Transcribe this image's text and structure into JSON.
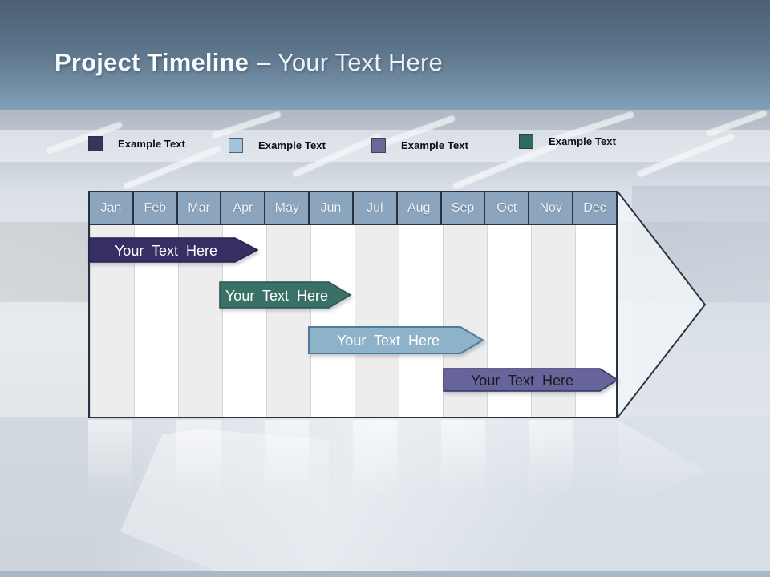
{
  "slide": {
    "title": {
      "primary": "Project Timeline",
      "secondary": "– Your Text Here"
    }
  },
  "legend": {
    "items": [
      {
        "label": "Example Text",
        "swatch_color": "#37335e"
      },
      {
        "label": "Example Text",
        "swatch_color": "#a4c3d8"
      },
      {
        "label": "Example Text",
        "swatch_color": "#6b6899"
      },
      {
        "label": "Example Text",
        "swatch_color": "#2e6a60"
      }
    ]
  },
  "timeline": {
    "months": [
      "Jan",
      "Feb",
      "Mar",
      "Apr",
      "May",
      "Jun",
      "Jul",
      "Aug",
      "Sep",
      "Oct",
      "Nov",
      "Dec"
    ],
    "header_fill": "#8ca5be",
    "bars": [
      {
        "label": "Your Text Here",
        "fill": "#362f63",
        "border": "#262051",
        "text_color": "#ffffff",
        "span": "Jan to mid-Apr"
      },
      {
        "label": "Your Text Here",
        "fill": "#3a7167",
        "border": "#27544d",
        "text_color": "#ffffff",
        "span": "Apr to mid-Jun"
      },
      {
        "label": "Your Text Here",
        "fill": "#8fb2cb",
        "border": "#4f7a9d",
        "text_color": "#ffffff",
        "span": "Jun to mid-Sep"
      },
      {
        "label": "Your Text Here",
        "fill": "#67649b",
        "border": "#33315a",
        "text_color": "#1a1a1a",
        "span": "Sep to Dec"
      }
    ]
  }
}
